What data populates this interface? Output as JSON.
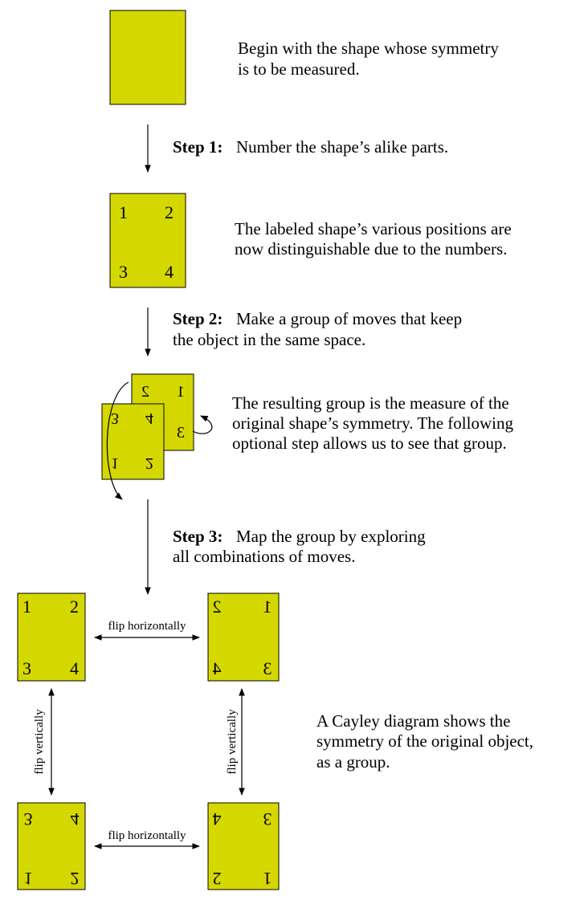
{
  "intro": {
    "line1": "Begin with the shape whose symmetry",
    "line2": "is to be measured."
  },
  "step1": {
    "label": "Step 1:",
    "text": "Number the shape’s alike parts."
  },
  "numbered": {
    "n1": "1",
    "n2": "2",
    "n3": "3",
    "n4": "4",
    "line1": "The labeled shape’s various positions are",
    "line2": "now distinguishable due to the numbers."
  },
  "step2": {
    "label": "Step 2:",
    "line1": "Make a group of moves that keep",
    "line2": "the object in the same space."
  },
  "group": {
    "line1": "The resulting group is the measure of the",
    "line2": "original shape’s symmetry. The following",
    "line3": "optional step allows us to see that group."
  },
  "step3": {
    "label": "Step 3:",
    "line1": "Map the group by exploring",
    "line2": "all combinations of moves."
  },
  "cayley": {
    "flip_h": "flip horizontally",
    "flip_v": "flip vertically",
    "line1": "A Cayley diagram shows the",
    "line2": "symmetry of the original object,",
    "line3": "as a group."
  },
  "colors": {
    "shape_fill": "#d4d800",
    "stroke": "#000000"
  }
}
